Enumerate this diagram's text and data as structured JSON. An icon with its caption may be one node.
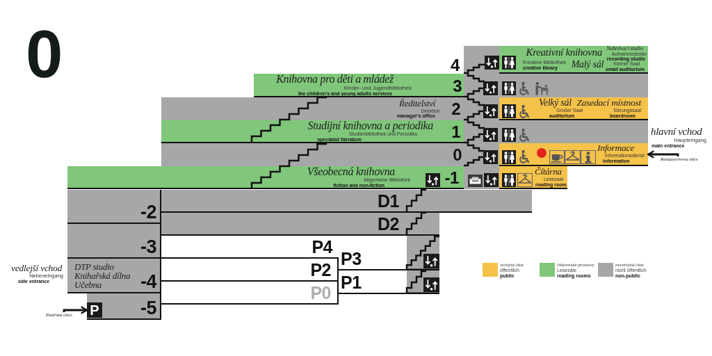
{
  "diagram": {
    "title": "0",
    "nodes": [
      {
        "text": [
          "Kreativní knihovna",
          "Kreative Bibliothek",
          "creative library",
          "Nahrávací studio",
          "Aufnahmestudio",
          "recording studio",
          "Malý sál",
          "Kleiner Saal",
          "small auditorium"
        ]
      },
      {
        "text": [
          "Knihovna pro děti a mládež",
          "Kinder- und Jugendbibliothek",
          "the children's and young adults services",
          "3"
        ]
      },
      {
        "text": [],
        "shape": "box"
      },
      {
        "text": [
          "Ředitelství",
          "Direktion",
          "manager's office",
          "2"
        ]
      },
      {
        "text": [
          "Velký sál",
          "Großer Saal",
          "auditorium",
          "Zasedací místnost",
          "Sitzungssaal",
          "boardroom"
        ]
      },
      {
        "text": [
          "Studijní knihovna a periodika",
          "Studienbibliothek und Periodika",
          "specialist literature",
          "1"
        ]
      },
      {
        "text": [],
        "shape": "box"
      },
      {
        "text": [
          "0"
        ]
      },
      {
        "text": [
          "Informace",
          "Informationsdienst",
          "information"
        ]
      },
      {
        "text": [
          "Rumjancevova ulice"
        ]
      },
      {
        "text": [
          "Všeobecná knihovna",
          "Allgemeine Bibliothek",
          "fiction and non-fiction",
          "-1"
        ]
      },
      {
        "text": [
          "Čítárna",
          "Lesesaal",
          "reading room"
        ]
      },
      {
        "text": [
          "-2"
        ]
      },
      {
        "text": [
          "D1"
        ]
      },
      {
        "text": [
          "D2"
        ]
      },
      {
        "text": [
          "-3"
        ]
      },
      {
        "text": [
          "P4"
        ]
      },
      {
        "text": [
          "P3"
        ]
      },
      {
        "text": [
          "DTP studio",
          "Knihařská dílna",
          "Učebna",
          "-4"
        ]
      },
      {
        "text": [
          "P2"
        ]
      },
      {
        "text": [
          "P1"
        ]
      },
      {
        "text": [
          "P0"
        ]
      },
      {
        "text": [
          "-5"
        ]
      },
      {
        "text": [
          "P"
        ],
        "in": 22
      },
      {
        "text": [
          "Pasířská ulice"
        ]
      }
    ],
    "edges": [
      {
        "from": 9,
        "to": 8,
        "arrow": "to"
      },
      {
        "from": 24,
        "to": 23,
        "arrow": "to"
      }
    ],
    "labels": [
      "4",
      "hlavní vchod",
      "Haupteingang",
      "main entrance",
      "vedlejší vchod",
      "Nebeneingang",
      "side entrance"
    ],
    "legend": [
      {
        "text": "*veřejná část* öffentlich **public**",
        "color": "#f5c24a"
      },
      {
        "text": "*čítárenské prostory* Lesesäle **reading rooms**",
        "color": "#80c77b"
      },
      {
        "text": "*neveřejná část* nicht öffentlich **non-public**",
        "color": "#a7a7a7"
      }
    ]
  }
}
